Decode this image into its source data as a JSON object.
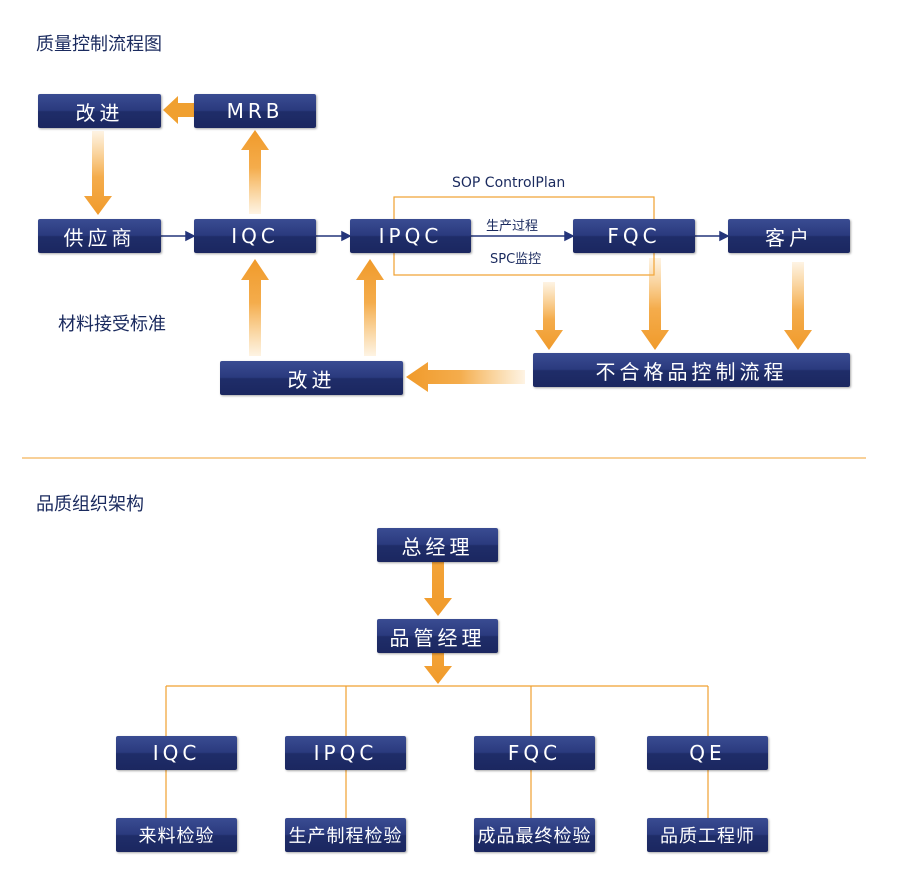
{
  "section1": {
    "title": "质量控制流程图",
    "boxes": {
      "improve_top": "改进",
      "mrb": "MRB",
      "supplier": "供应商",
      "iqc": "IQC",
      "ipqc": "IPQC",
      "fqc": "FQC",
      "customer": "客户",
      "improve_bottom": "改进",
      "nonconform": "不合格品控制流程"
    },
    "labels": {
      "sop": "SOP  ControlPlan",
      "production": "生产过程",
      "spc": "SPC监控",
      "material_std": "材料接受标准"
    }
  },
  "section2": {
    "title": "品质组织架构",
    "boxes": {
      "gm": "总经理",
      "qm": "品管经理",
      "iqc": "IQC",
      "ipqc": "IPQC",
      "fqc": "FQC",
      "qe": "QE",
      "incoming": "来料检验",
      "process": "生产制程检验",
      "final": "成品最终检验",
      "engineer": "品质工程师"
    }
  },
  "colors": {
    "box": "#24357a",
    "arrow": "#f0a030",
    "line": "#f0a030",
    "text": "#1a2a5e"
  }
}
